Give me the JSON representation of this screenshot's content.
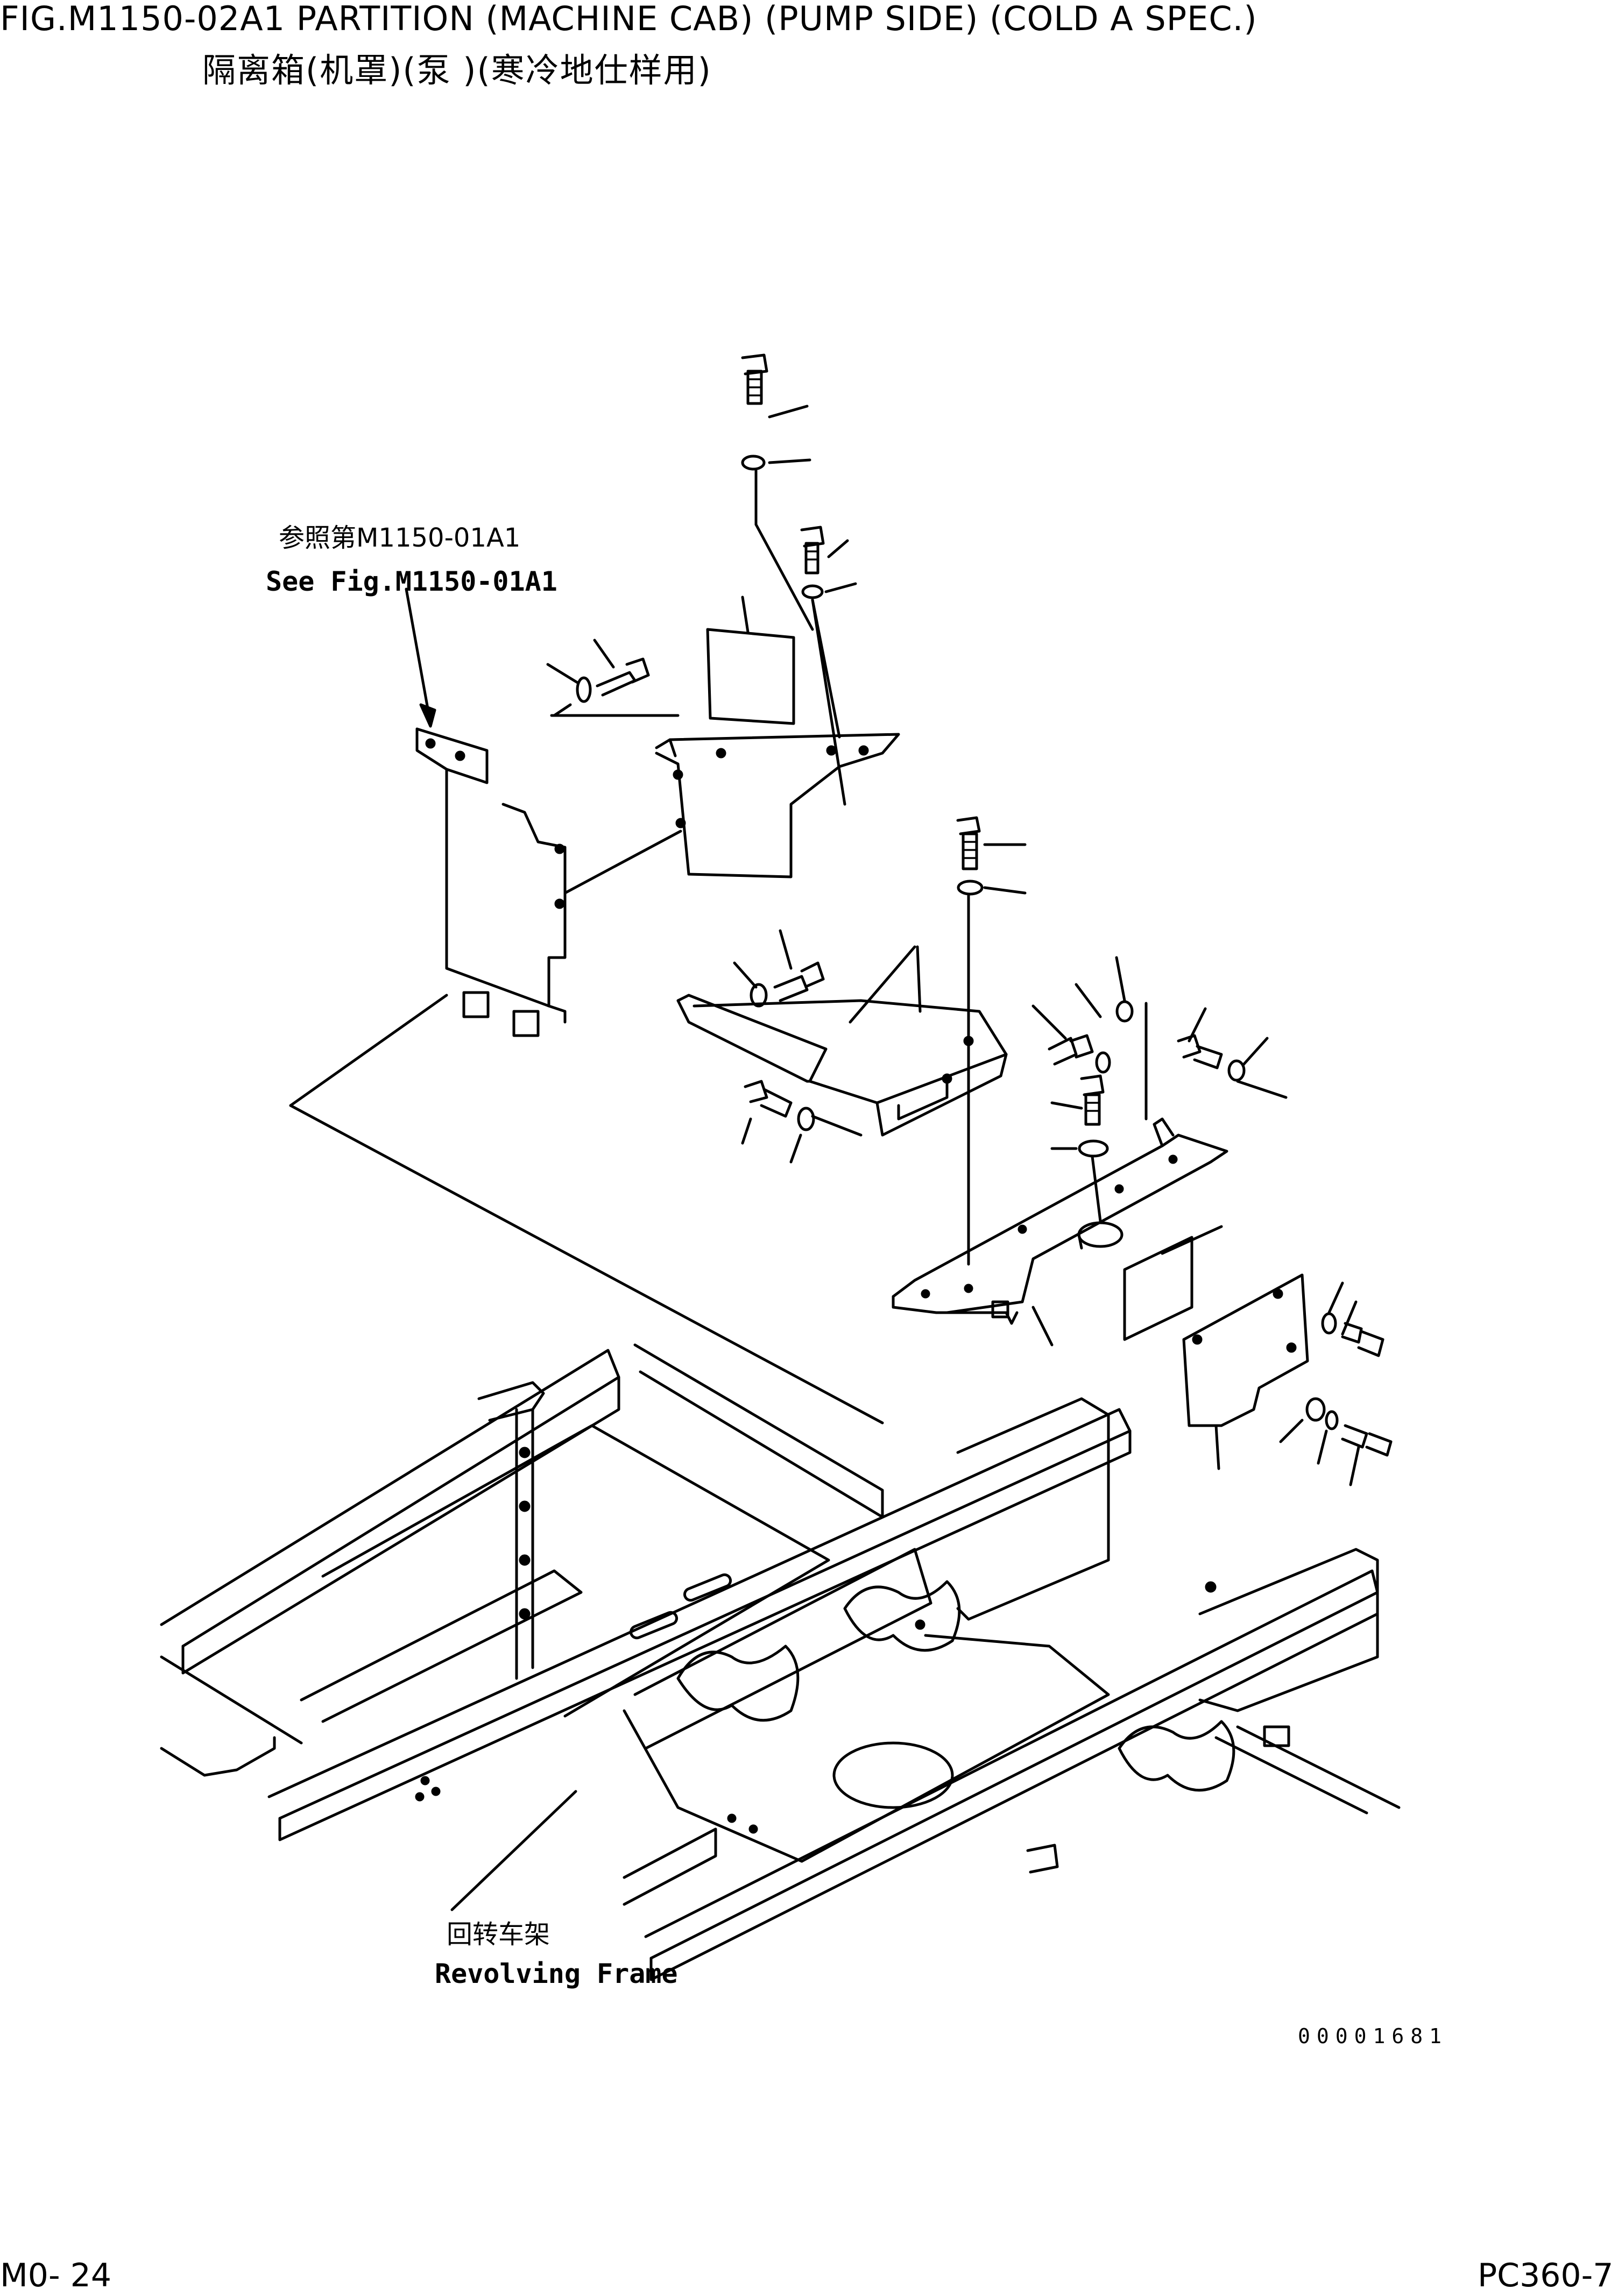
{
  "header": {
    "title_en": "FIG.M1150-02A1    PARTITION (MACHINE CAB) (PUMP SIDE) (COLD A SPEC.)",
    "title_cn": "隔离箱(机罩)(泵 )(寒冷地仕样用)"
  },
  "reference_note": {
    "cn": "参照第M1150-01A1",
    "en": "See Fig.M1150-01A1"
  },
  "frame_label": {
    "cn": "回转车架",
    "en": "Revolving Frame"
  },
  "drawing_number": "00001681",
  "footer": {
    "page": "M0- 24",
    "model": "PC360-7"
  },
  "diagram_parts": [
    "left-partition-plate",
    "upper-cover-plate",
    "insulation-pad-upper",
    "center-cover-plate",
    "lower-right-cover-plate",
    "insulation-pad-right",
    "right-partition-plate",
    "revolving-frame",
    "bolt-and-washer-sets"
  ]
}
